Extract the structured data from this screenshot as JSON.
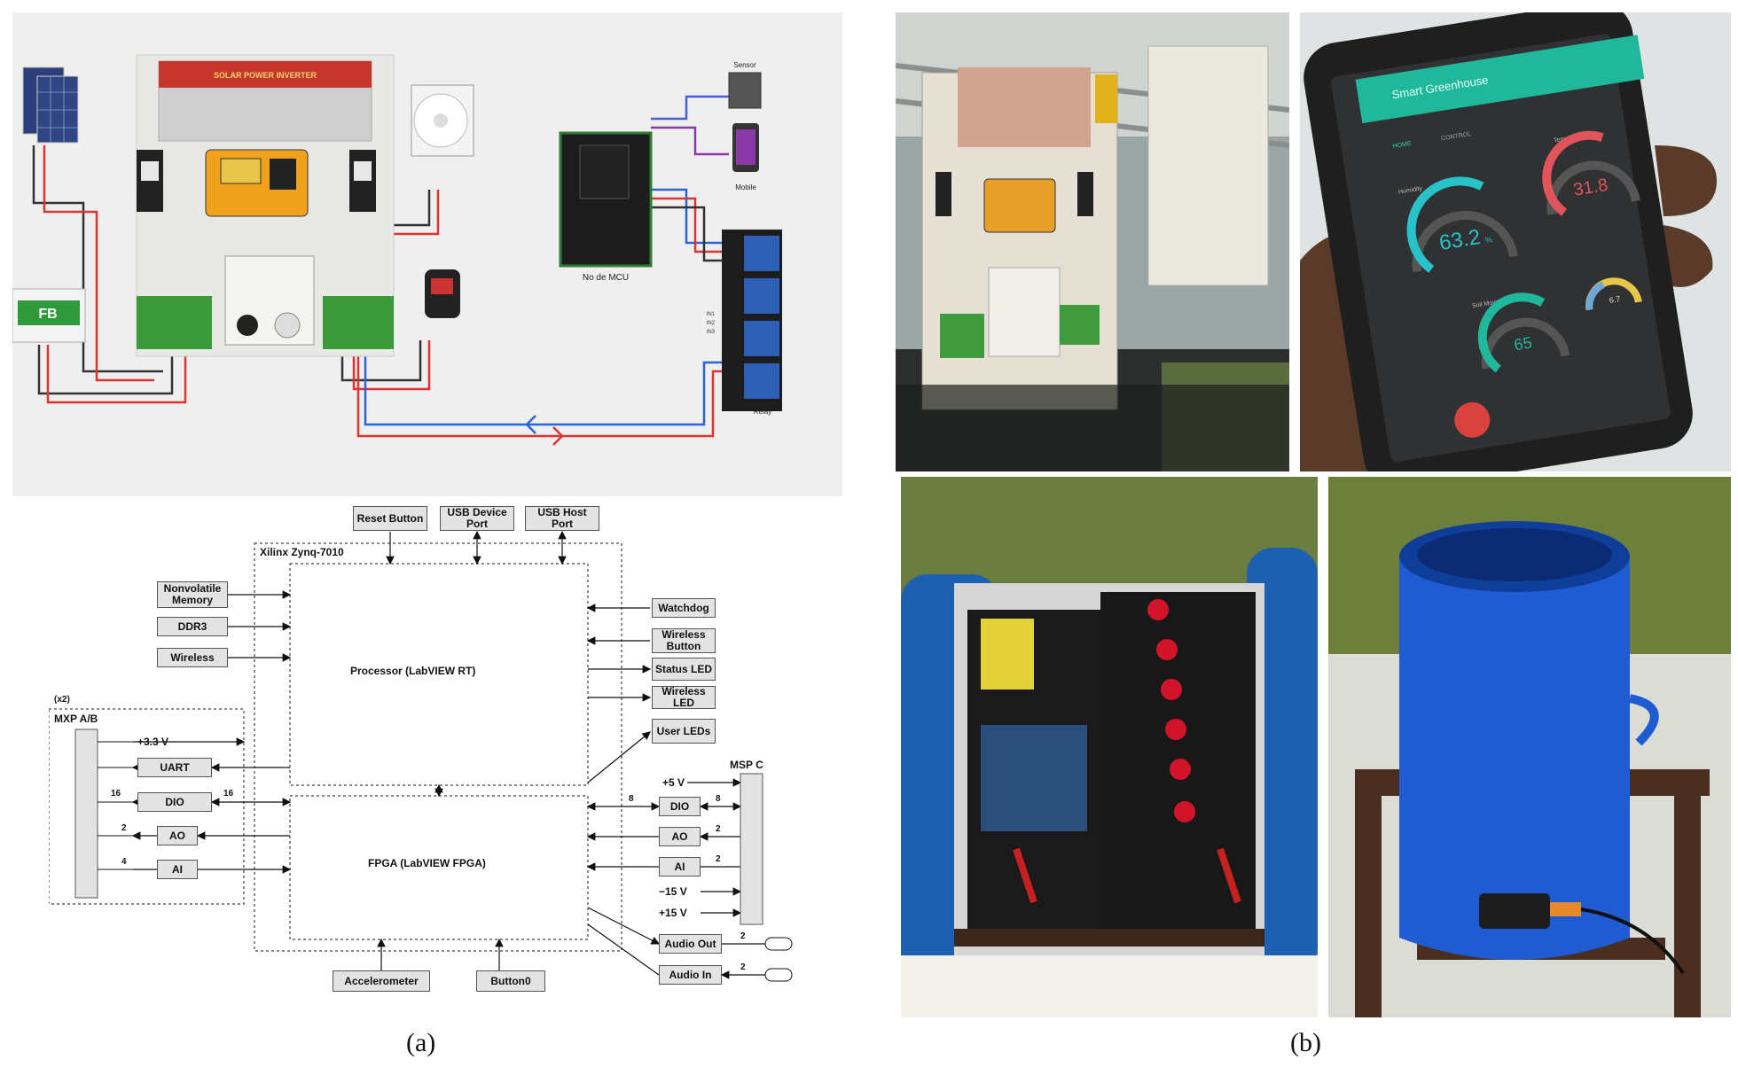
{
  "captions": {
    "a": "(a)",
    "b": "(b)"
  },
  "wiring": {
    "inverter_label": "SOLAR POWER INVERTER",
    "battery_label": "FB",
    "sensor_label": "Sensor",
    "mobile_label": "Mobile",
    "mcu_label": "No de MCU",
    "relay_label": "Relay",
    "relay_pins": [
      "IN1",
      "IN2",
      "IN3"
    ]
  },
  "block_diagram": {
    "chip_title": "Xilinx Zynq-7010",
    "processor_label": "Processor  (LabVIEW RT)",
    "fpga_label": "FPGA (LabVIEW FPGA)",
    "top_ports": [
      "Reset Button",
      "USB Device Port",
      "USB Host Port"
    ],
    "left_blocks": [
      "Nonvolatile Memory",
      "DDR3",
      "Wireless"
    ],
    "right_blocks": [
      "Watchdog",
      "Wireless Button",
      "Status LED",
      "Wireless LED",
      "User LEDs"
    ],
    "mxp_multiplier": "(x2)",
    "mxp_title": "MXP A/B",
    "mxp_rail": "+3.3 V",
    "mxp_blocks": [
      "UART",
      "DIO",
      "AO",
      "AI"
    ],
    "mxp_counts": {
      "dio_left": "16",
      "dio_right": "16",
      "ao": "2",
      "ai": "4"
    },
    "msp_title": "MSP C",
    "msp_blocks": [
      "DIO",
      "AO",
      "AI"
    ],
    "msp_rails": [
      "+5 V",
      "−15 V",
      "+15 V"
    ],
    "msp_counts": {
      "dio_left": "8",
      "dio_right": "8",
      "ao": "2",
      "ai": "2"
    },
    "audio_blocks": [
      "Audio Out",
      "Audio In"
    ],
    "audio_counts": [
      "2",
      "2"
    ],
    "bottom_blocks": [
      "Accelerometer",
      "Button0"
    ]
  },
  "tablet_app": {
    "title": "Smart Greenhouse",
    "tabs": [
      "HOME",
      "CONTROL"
    ],
    "humidity_label": "Humidity",
    "humidity_value": "63.2",
    "humidity_unit": "%",
    "temperature_label": "Temperature",
    "temperature_value": "31.8",
    "soil_label": "Soil Moisture",
    "soil_value": "65",
    "small_gauge_value": "6.7",
    "humidity_fraction": 0.632,
    "temperature_fraction": 0.6,
    "soil_fraction": 0.65,
    "colors": {
      "header": "#1fb89a",
      "humidity": "#27c3c9",
      "temperature": "#e2545c",
      "soil": "#1fb89a",
      "button": "#d9433f"
    }
  }
}
